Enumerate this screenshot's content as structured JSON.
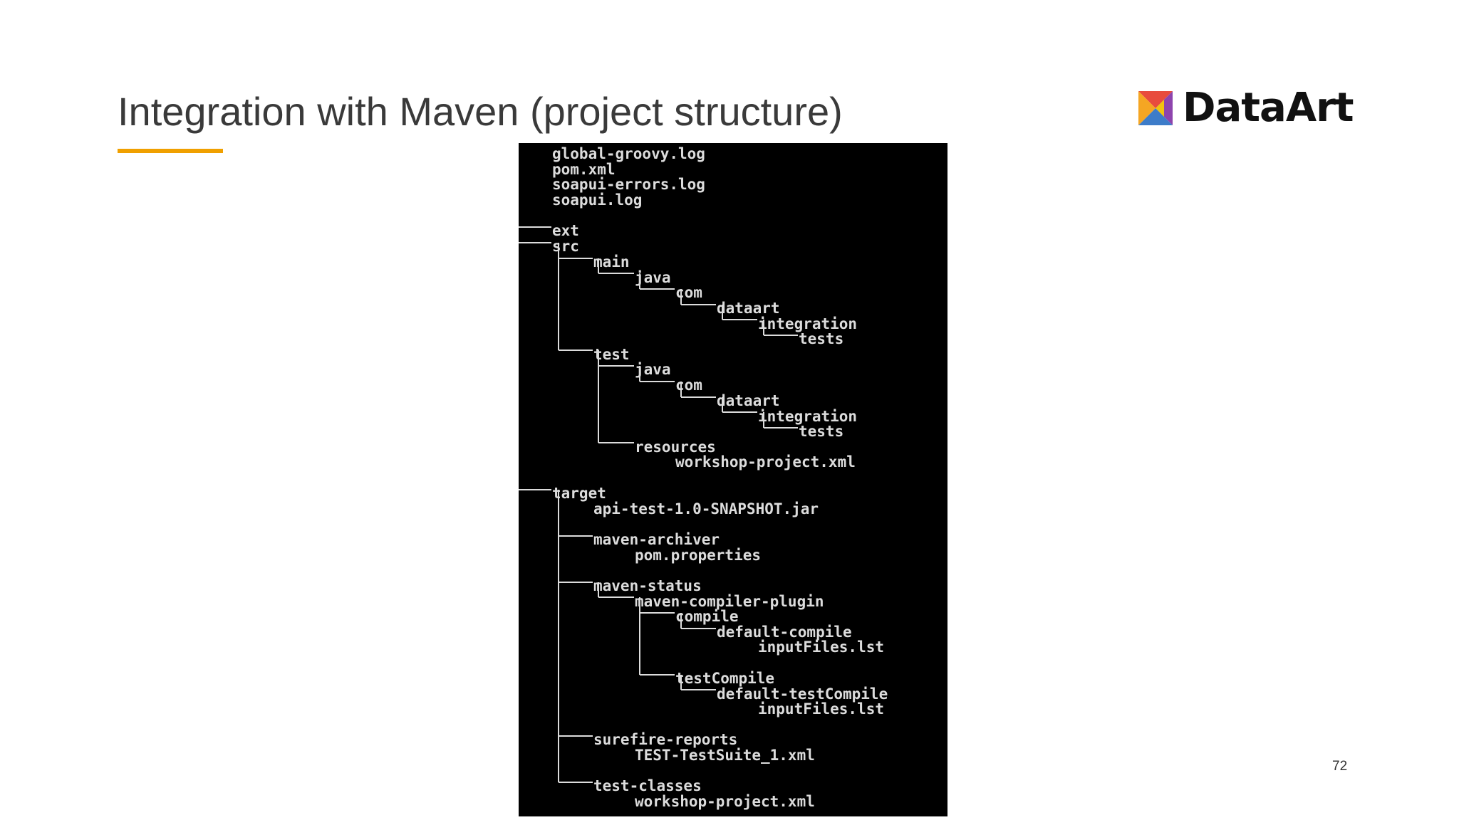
{
  "slide": {
    "title": "Integration with Maven (project structure)",
    "page_number": "72",
    "accent_color": "#f0a000"
  },
  "logo": {
    "text": "DataArt",
    "icon": "dataart-logo-icon",
    "colors": [
      "#e84c3d",
      "#f5a623",
      "#3d7cc9",
      "#8e44ad"
    ]
  },
  "terminal": {
    "background": "#000000",
    "text_color": "#dcdcdc",
    "lines": [
      "global-groovy.log",
      "pom.xml",
      "soapui-errors.log",
      "soapui.log",
      "ext",
      "src",
      "main",
      "java",
      "com",
      "dataart",
      "integration",
      "tests",
      "test",
      "java",
      "com",
      "dataart",
      "integration",
      "tests",
      "resources",
      "workshop-project.xml",
      "target",
      "api-test-1.0-SNAPSHOT.jar",
      "maven-archiver",
      "pom.properties",
      "maven-status",
      "maven-compiler-plugin",
      "compile",
      "default-compile",
      "inputFiles.lst",
      "testCompile",
      "default-testCompile",
      "inputFiles.lst",
      "surefire-reports",
      "TEST-TestSuite_1.xml",
      "test-classes",
      "workshop-project.xml"
    ]
  }
}
